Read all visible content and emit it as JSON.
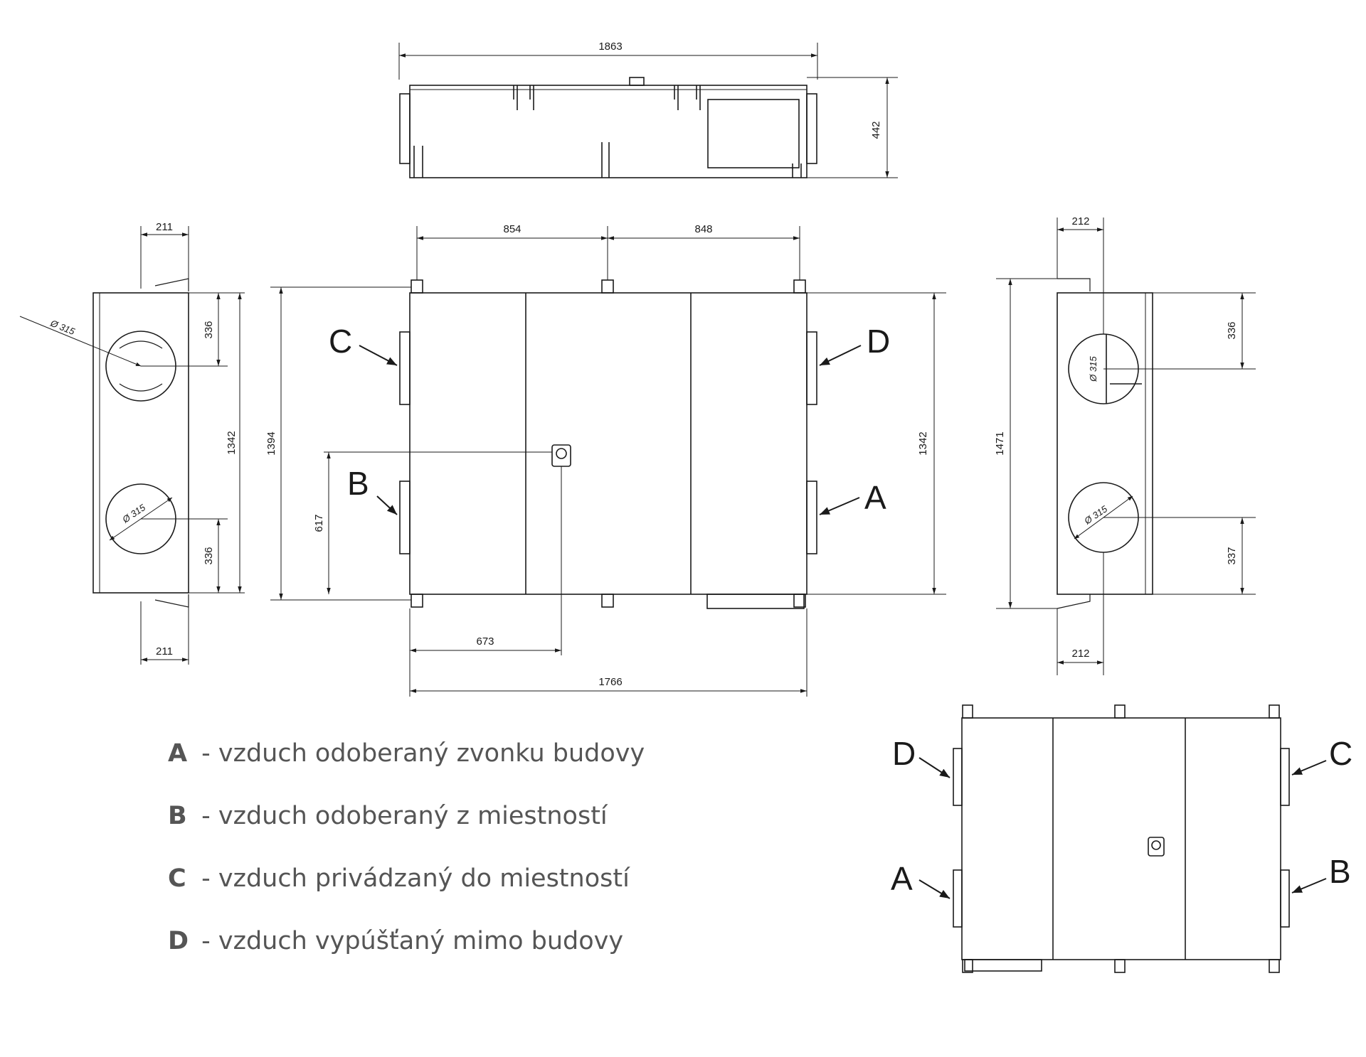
{
  "colors": {
    "line": "#1a1a1a",
    "legend_text": "#555555",
    "background": "#ffffff"
  },
  "top_view": {
    "width_dim": "1863",
    "height_dim": "442"
  },
  "front_view": {
    "dim_854": "854",
    "dim_848": "848",
    "dim_1394": "1394",
    "dim_1342": "1342",
    "dim_617": "617",
    "dim_673": "673",
    "dim_1766": "1766",
    "port_c": "C",
    "port_d": "D",
    "port_b": "B",
    "port_a": "A"
  },
  "left_view": {
    "dim_top_211": "211",
    "dim_bottom_211": "211",
    "dim_top_336": "336",
    "dim_bottom_336": "336",
    "dim_1342": "1342",
    "dia_top": "Ø 315",
    "dia_bottom": "Ø 315"
  },
  "right_view": {
    "dim_top_212": "212",
    "dim_bottom_212": "212",
    "dim_336": "336",
    "dim_337": "337",
    "dim_1471": "1471",
    "dia_top": "Ø 315",
    "dia_bottom": "Ø 315"
  },
  "mirror_view": {
    "port_d": "D",
    "port_a": "A",
    "port_c": "C",
    "port_b": "B"
  },
  "legend": [
    {
      "letter": "A",
      "text": " - vzduch odoberaný zvonku budovy"
    },
    {
      "letter": "B",
      "text": " - vzduch odoberaný z miestností"
    },
    {
      "letter": "C",
      "text": " - vzduch privádzaný do miestností"
    },
    {
      "letter": "D",
      "text": " - vzduch vypúšťaný mimo budovy"
    }
  ]
}
